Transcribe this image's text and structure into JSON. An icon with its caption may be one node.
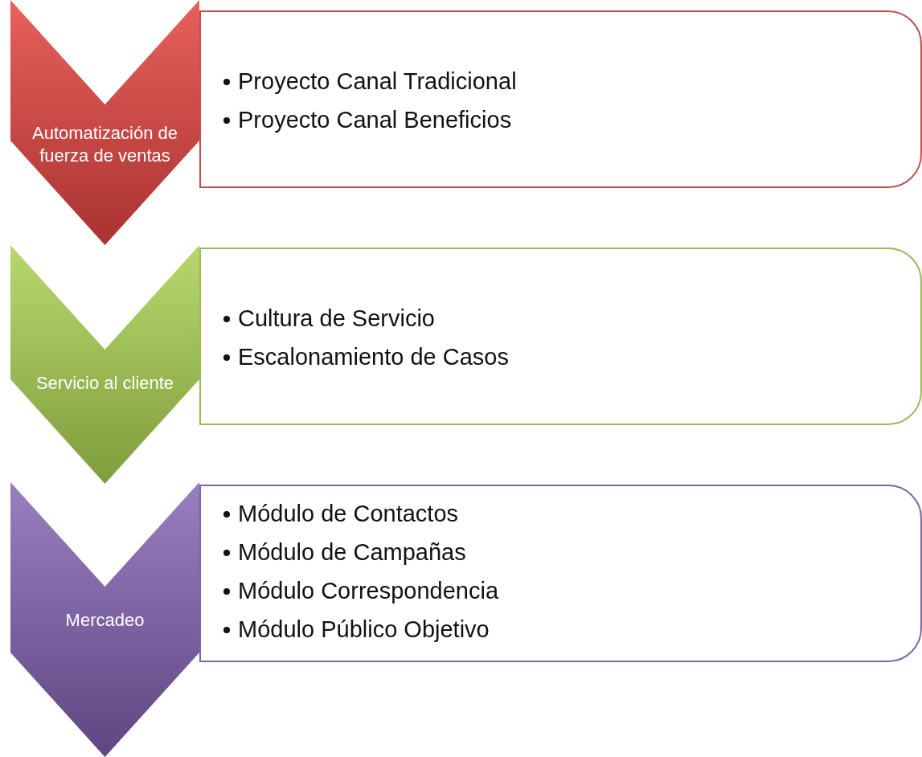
{
  "diagram": {
    "nodes": [
      {
        "text": [
          "Automatización de fuerza de ventas"
        ]
      },
      {
        "text": [
          "Proyecto Canal Tradicional",
          "Proyecto Canal Beneficios"
        ]
      },
      {
        "text": [
          "Servicio al cliente"
        ]
      },
      {
        "text": [
          "Cultura de Servicio",
          "Escalonamiento de Casos"
        ]
      },
      {
        "text": [
          "Mercadeo"
        ]
      },
      {
        "text": [
          "Módulo de Contactos",
          "Módulo de Campañas",
          "Módulo Correspondencia",
          "Módulo Público Objetivo"
        ]
      }
    ]
  }
}
